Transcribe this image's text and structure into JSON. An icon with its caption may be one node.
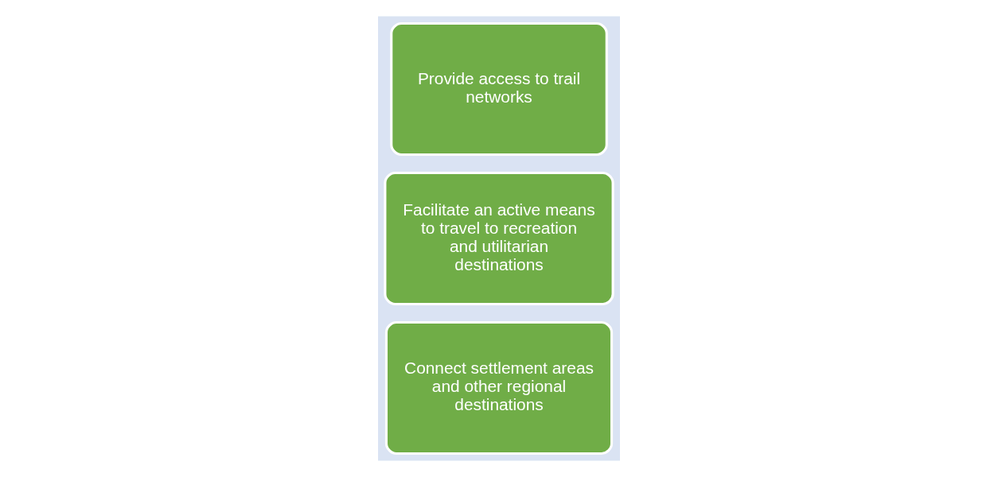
{
  "diagram": {
    "nodes": [
      {
        "text": [],
        "shape": "arrow"
      },
      {
        "text": [
          "Provide access to trail networks"
        ],
        "in": 0
      },
      {
        "text": [
          "Facilitate an active means to travel to recreation and utilitarian destinations"
        ],
        "in": 0
      },
      {
        "text": [
          "Connect settlement areas and other regional destinations"
        ],
        "in": 0
      }
    ],
    "edges": []
  }
}
